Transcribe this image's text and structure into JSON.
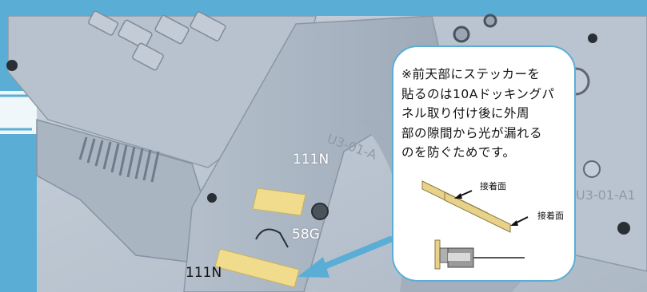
{
  "labels": {
    "part_top": "111N",
    "part_middle": "58G",
    "part_bottom": "111N"
  },
  "embossed": {
    "mark_center": "U3-01-A",
    "mark_right": "U3-01-A1"
  },
  "note": {
    "lines": [
      "※前天部にステッカーを",
      "貼るのは10Aドッキングパ",
      "ネル取り付け後に外周",
      "部の隙間から光が漏れる",
      "のを防ぐためです。"
    ],
    "annotation_top": "接着面",
    "annotation_bottom": "接着面"
  },
  "colors": {
    "frame_blue": "#5aaed6",
    "part_grey": "#a9b4c1",
    "sticker_yellow": "#f0dc8c"
  }
}
